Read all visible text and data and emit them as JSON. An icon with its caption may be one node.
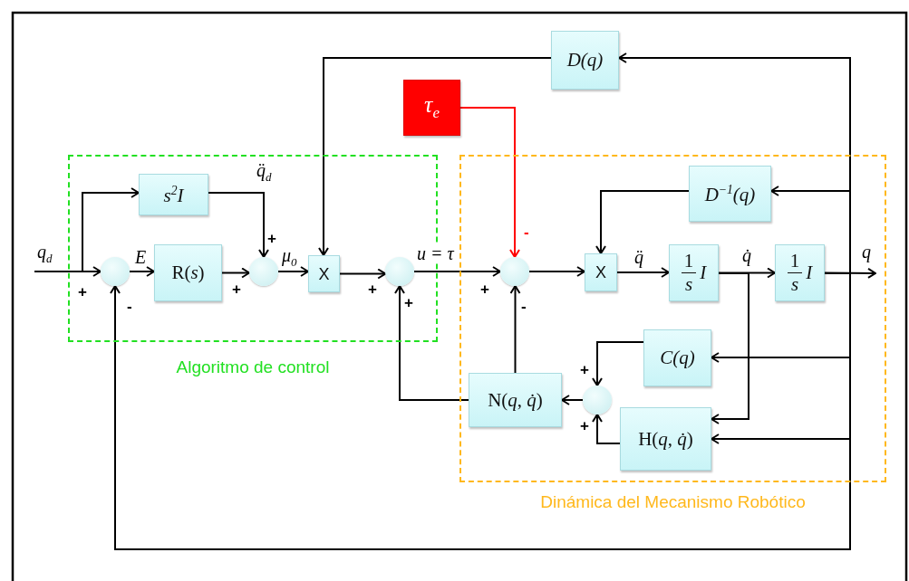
{
  "diagram": {
    "nodes": [
      {
        "text": [
          "Algoritmo de control"
        ]
      },
      {
        "text": [
          "Dinámica del Mecanismo Robótico"
        ]
      },
      {
        "text": [
          "D(q)"
        ]
      },
      {
        "text": [
          "τ$_{e}$"
        ]
      },
      {
        "text": [
          "s$^{2}$I"
        ],
        "in": 0
      },
      {
        "text": [],
        "shape": "circle",
        "in": 0
      },
      {
        "text": [
          "R(*s*)"
        ],
        "in": 0
      },
      {
        "text": [],
        "shape": "circle",
        "in": 0
      },
      {
        "text": [
          "X"
        ],
        "in": 0
      },
      {
        "text": [],
        "shape": "circle",
        "in": 0
      },
      {
        "text": [
          "D$^{−1}$(q)"
        ],
        "in": 1
      },
      {
        "text": [],
        "shape": "circle",
        "in": 1
      },
      {
        "text": [
          "X"
        ],
        "in": 1
      },
      {
        "text": [
          "1",
          "s",
          "I"
        ],
        "in": 1
      },
      {
        "text": [
          "1",
          "s",
          "I"
        ],
        "in": 1
      },
      {
        "text": [
          "C(q)"
        ],
        "in": 1
      },
      {
        "text": [],
        "shape": "circle",
        "in": 1
      },
      {
        "text": [
          "N(*q*, *q̇*)"
        ],
        "in": 1
      },
      {
        "text": [
          "H(*q*, *q̇*)"
        ],
        "in": 1
      }
    ],
    "edges": [
      {
        "from": null,
        "to": 5,
        "arrow": "to",
        "label": "q$_{d}$"
      },
      {
        "from": null,
        "to": 4,
        "arrow": "to"
      },
      {
        "from": 5,
        "to": 6,
        "arrow": "to",
        "label": "E"
      },
      {
        "from": 6,
        "to": 7,
        "arrow": "to"
      },
      {
        "from": 4,
        "to": 7,
        "arrow": "to",
        "label": "q̈$_{d}$"
      },
      {
        "from": 7,
        "to": 8,
        "arrow": "to",
        "label": "μ$_{0}$"
      },
      {
        "from": 8,
        "to": 9,
        "arrow": "to"
      },
      {
        "from": 2,
        "to": 8,
        "arrow": "to"
      },
      {
        "from": 9,
        "to": 11,
        "arrow": "to",
        "label": "u = τ"
      },
      {
        "from": 3,
        "to": 11,
        "arrow": "to",
        "color": "#ff0000"
      },
      {
        "from": 11,
        "to": 12,
        "arrow": "to"
      },
      {
        "from": 10,
        "to": 12,
        "arrow": "to"
      },
      {
        "from": 12,
        "to": 13,
        "arrow": "to",
        "label": "q̈"
      },
      {
        "from": 13,
        "to": 14,
        "arrow": "to",
        "label": "q̇"
      },
      {
        "from": 14,
        "to": null,
        "arrow": "to",
        "label": "q"
      },
      {
        "from": 14,
        "to": 2,
        "arrow": "to"
      },
      {
        "from": 14,
        "to": 10,
        "arrow": "to"
      },
      {
        "from": 14,
        "to": 15,
        "arrow": "to"
      },
      {
        "from": 14,
        "to": 18,
        "arrow": "to"
      },
      {
        "from": 14,
        "to": 5,
        "arrow": "to"
      },
      {
        "from": 13,
        "to": 18,
        "arrow": "to"
      },
      {
        "from": 15,
        "to": 16,
        "arrow": "to"
      },
      {
        "from": 18,
        "to": 16,
        "arrow": "to"
      },
      {
        "from": 16,
        "to": 17,
        "arrow": "to"
      },
      {
        "from": 17,
        "to": 11,
        "arrow": "to"
      },
      {
        "from": 17,
        "to": 9,
        "arrow": "to"
      }
    ],
    "labels": [
      "-",
      "+",
      "+",
      "+",
      "+",
      "+",
      "+",
      "-",
      "-",
      "+",
      "+"
    ]
  }
}
